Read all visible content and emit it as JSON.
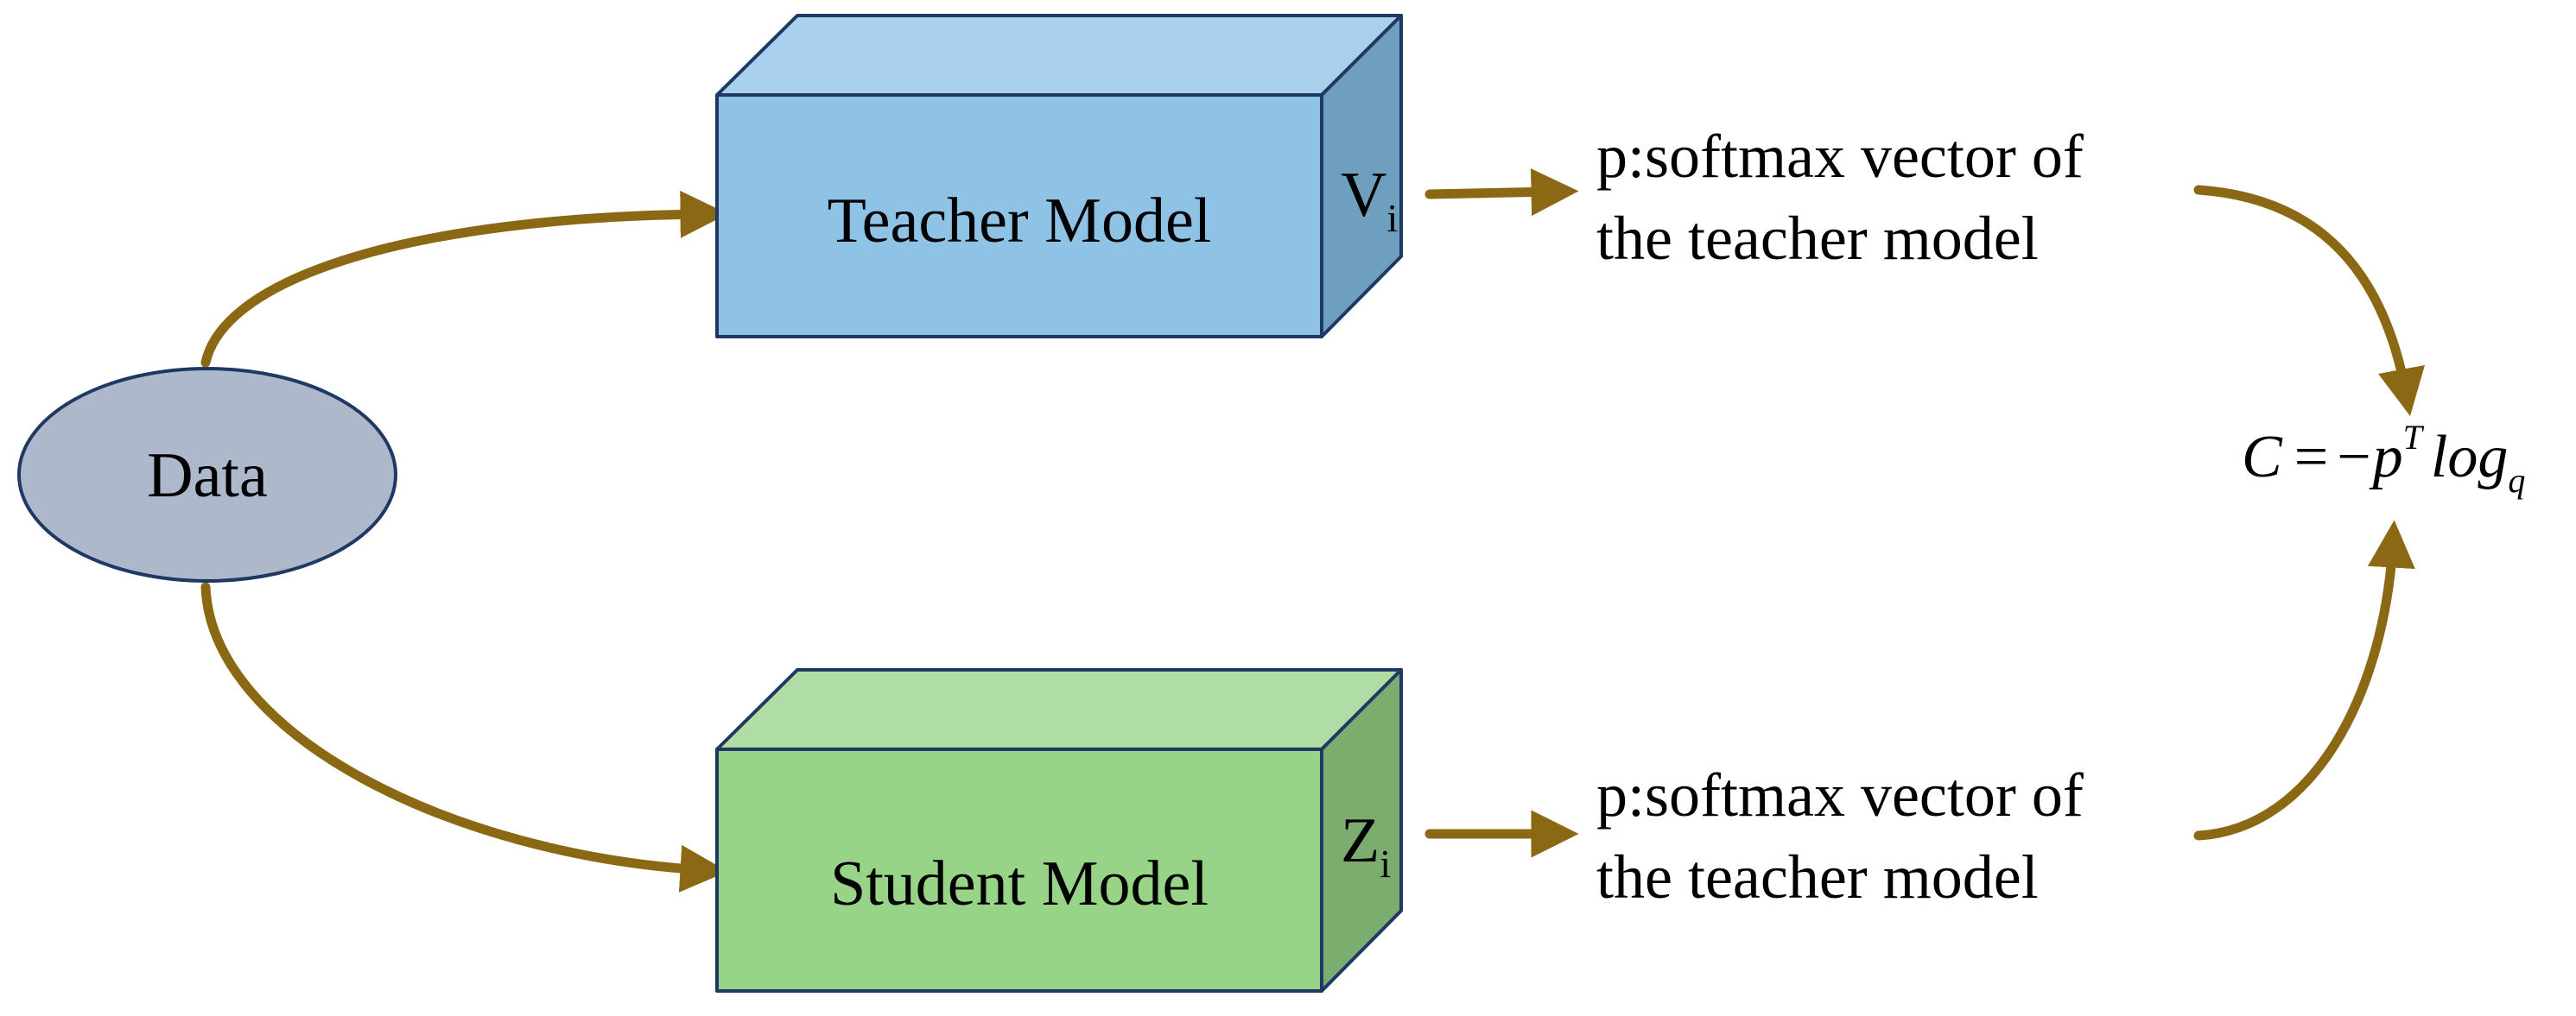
{
  "data_node": {
    "label": "Data"
  },
  "teacher": {
    "label": "Teacher Model",
    "output_var": "V",
    "output_sub": "i",
    "output_line1": "p:softmax vector of",
    "output_line2": "the teacher model"
  },
  "student": {
    "label": "Student Model",
    "output_var": "Z",
    "output_sub": "i",
    "output_line1": "p:softmax vector of",
    "output_line2": "the teacher model"
  },
  "formula": {
    "lhs": "C",
    "eq": "=",
    "minus": "−",
    "p": "p",
    "sup": "T",
    "log": "log",
    "sub": "q"
  },
  "colors": {
    "arrow": "#8B6914",
    "data_fill": "#ADB9CA",
    "teacher_front": "#8EC3E6",
    "teacher_top": "#A9D1EE",
    "teacher_side": "#6F9FBF",
    "student_front": "#98D488",
    "student_top": "#B0DDA4",
    "student_side": "#7BAD6F",
    "outline": "#1F3864"
  }
}
